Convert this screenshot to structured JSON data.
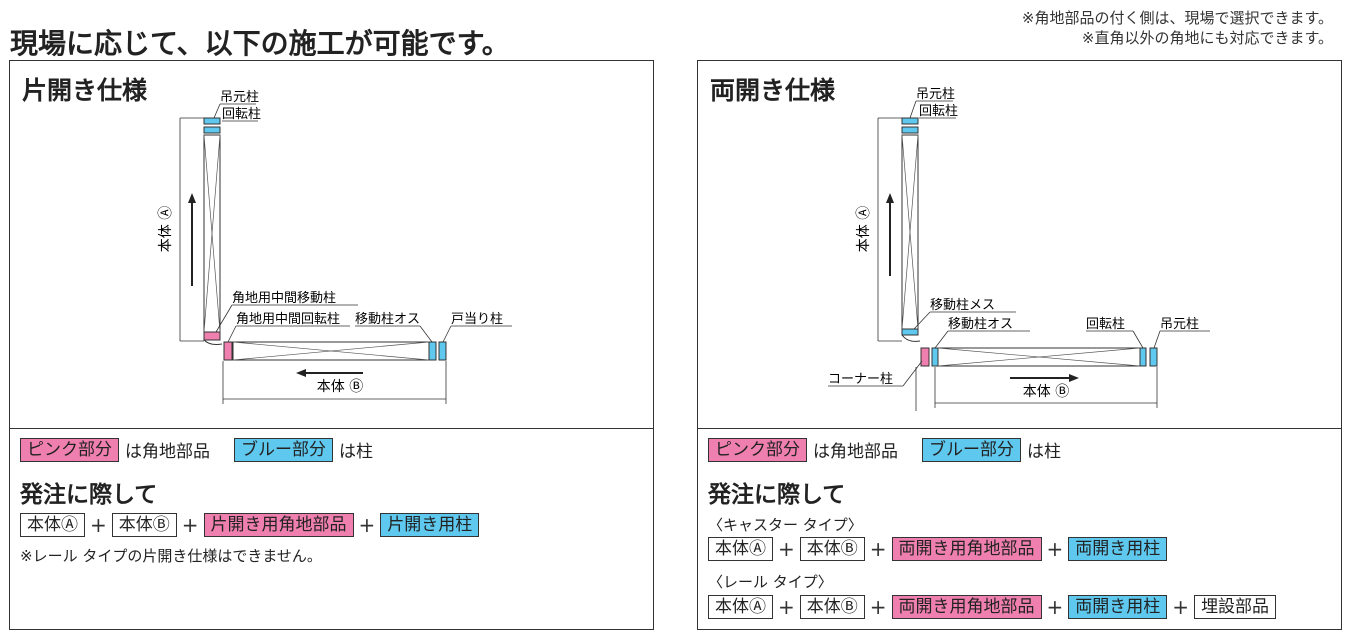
{
  "headline": "現場に応じて、以下の施工が可能です。",
  "notes": [
    "※角地部品の付く側は、現場で選択できます。",
    "※直角以外の角地にも対応できます。"
  ],
  "colors": {
    "pink": "#ef7fae",
    "blue": "#5ec8ee"
  },
  "left": {
    "title": "片開き仕様",
    "labels": {
      "tsurimoto": "吊元柱",
      "kaiten": "回転柱",
      "hontai_a": "本体 Ⓐ",
      "kado_idou": "角地用中間移動柱",
      "kado_kaiten": "角地用中間回転柱",
      "idou_osu": "移動柱オス",
      "toatari": "戸当り柱",
      "hontai_b": "本体 Ⓑ"
    },
    "legend": {
      "pink": "ピンク部分",
      "pink_text": "は角地部品",
      "blue": "ブルー部分",
      "blue_text": "は柱"
    },
    "order_title": "発注に際して",
    "formula": [
      "本体Ⓐ",
      "本体Ⓑ",
      "片開き用角地部品",
      "片開き用柱"
    ],
    "note": "※レール タイプの片開き仕様はできません。"
  },
  "right": {
    "title": "両開き仕様",
    "labels": {
      "tsurimoto": "吊元柱",
      "kaiten": "回転柱",
      "hontai_a": "本体 Ⓐ",
      "idou_mesu": "移動柱メス",
      "idou_osu": "移動柱オス",
      "kaiten_b": "回転柱",
      "tsurimoto_b": "吊元柱",
      "corner": "コーナー柱",
      "hontai_b": "本体 Ⓑ"
    },
    "legend": {
      "pink": "ピンク部分",
      "pink_text": "は角地部品",
      "blue": "ブルー部分",
      "blue_text": "は柱"
    },
    "order_title": "発注に際して",
    "caster_label": "〈キャスター タイプ〉",
    "caster_formula": [
      "本体Ⓐ",
      "本体Ⓑ",
      "両開き用角地部品",
      "両開き用柱"
    ],
    "rail_label": "〈レール タイプ〉",
    "rail_formula": [
      "本体Ⓐ",
      "本体Ⓑ",
      "両開き用角地部品",
      "両開き用柱",
      "埋設部品"
    ]
  }
}
